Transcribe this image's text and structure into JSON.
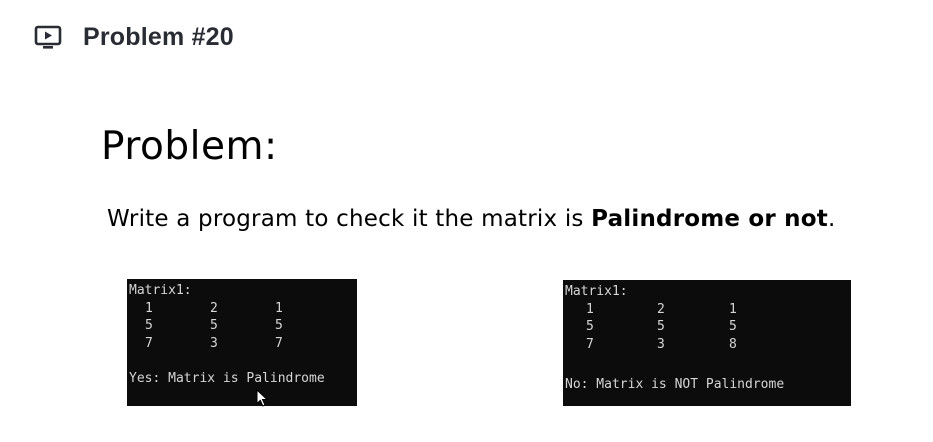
{
  "header": {
    "icon": "play-screen-icon",
    "title": "Problem #20"
  },
  "slide": {
    "title": "Problem:",
    "desc_prefix": "Write a program to check it the matrix is ",
    "desc_bold": "Palindrome or not",
    "desc_suffix": "."
  },
  "consoles": [
    {
      "label": "Matrix1:",
      "rows": [
        [
          "1",
          "2",
          "1"
        ],
        [
          "5",
          "5",
          "5"
        ],
        [
          "7",
          "3",
          "7"
        ]
      ],
      "status": "Yes: Matrix is Palindrome"
    },
    {
      "label": "Matrix1:",
      "rows": [
        [
          "1",
          "2",
          "1"
        ],
        [
          "5",
          "5",
          "5"
        ],
        [
          "7",
          "3",
          "8"
        ]
      ],
      "status": "No: Matrix is NOT Palindrome"
    }
  ],
  "colors": {
    "console_bg": "#0c0c0c",
    "console_text": "#d6d6d6",
    "header_text": "#2a2c33"
  }
}
